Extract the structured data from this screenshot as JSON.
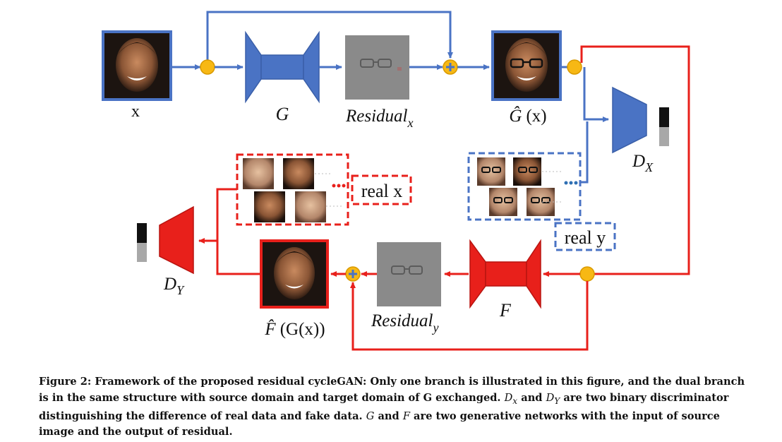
{
  "colors": {
    "blue": "#4a73c4",
    "red": "#e8201b",
    "node": "#f7b814",
    "residual_bg": "#8a8a8a"
  },
  "labels": {
    "x": "x",
    "G": "G",
    "residual_x_main": "Residual",
    "residual_x_sub": "x",
    "G_hat_x_symbol": "Ĝ",
    "G_hat_x_arg": "(x)",
    "D_X_main": "D",
    "D_X_sub": "X",
    "real_x": "real x",
    "real_y": "real y",
    "D_Y_main": "D",
    "D_Y_sub": "Y",
    "F": "F",
    "residual_y_main": "Residual",
    "residual_y_sub": "y",
    "F_hat_symbol": "F̂",
    "F_hat_arg": "(G(x))"
  },
  "caption": {
    "part1": "Figure 2: Framework of the proposed residual cycleGAN: Only one branch is illustrated in this figure, and the dual branch is in the same structure with source domain and target domain of G exchanged. ",
    "dx": "D",
    "dx_sub": "x",
    "and1": " and ",
    "dy": "D",
    "dy_sub": "Y",
    "part2": " are two binary discriminator distinguishing the difference of real data and fake data. ",
    "g": "G",
    "and2": " and ",
    "f": "F",
    "part3": " are two generative networks with the input of source image and the output of residual."
  }
}
